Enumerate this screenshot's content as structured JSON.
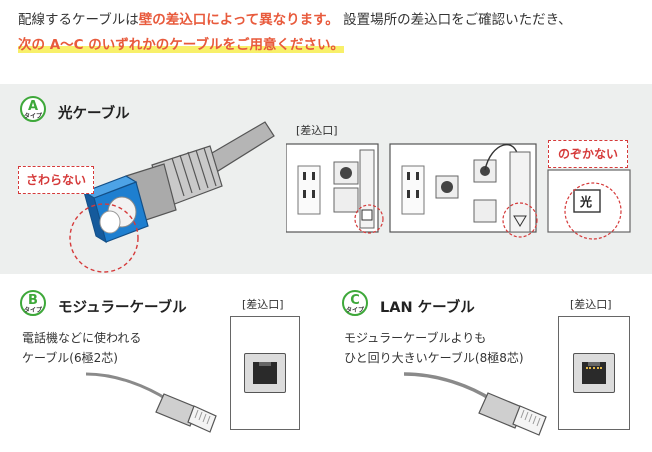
{
  "intro": {
    "line1_a": "配線するケーブルは",
    "line1_red": "壁の差込口によって異なります。",
    "line1_b": "設置場所の差込口をご確認いただき、",
    "line2_a": "次の",
    "line2_hl": "A～C",
    "line2_b": "のいずれかのケーブルをご用意ください。"
  },
  "typeA": {
    "badge_letter": "A",
    "badge_sub": "タイプ",
    "title": "光ケーブル",
    "callout_left": "さわらない",
    "outlet_label": "[差込口]",
    "callout_right": "のぞかない",
    "glyph": "光"
  },
  "typeB": {
    "badge_letter": "B",
    "badge_sub": "タイプ",
    "title": "モジュラーケーブル",
    "desc_line1": "電話機などに使われる",
    "desc_line2": "ケーブル(6極2芯)",
    "outlet_label": "[差込口]"
  },
  "typeC": {
    "badge_letter": "C",
    "badge_sub": "タイプ",
    "title": "LAN ケーブル",
    "desc_line1": "モジュラーケーブルよりも",
    "desc_line2": "ひと回り大きいケーブル(8極8芯)",
    "outlet_label": "[差込口]"
  },
  "colors": {
    "accent_green": "#3ea83a",
    "warn_red": "#d53a3a",
    "text_red": "#e85a3c",
    "highlight_yellow": "#f8f06a",
    "connector_blue": "#1e7fd0",
    "panel_gray": "#edefee"
  },
  "icons": [
    "fiber-connector-icon",
    "wall-outlet-icon",
    "modular-jack-icon",
    "lan-jack-icon",
    "modular-plug-icon",
    "lan-plug-icon"
  ]
}
